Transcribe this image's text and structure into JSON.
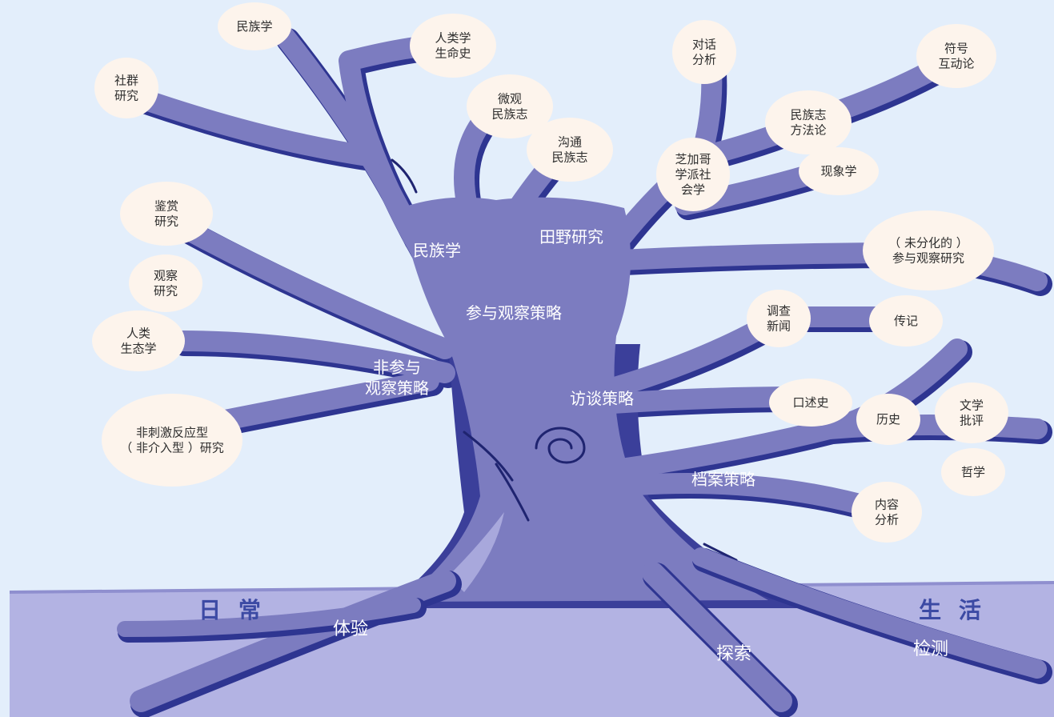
{
  "colors": {
    "sky": "#e3eefb",
    "ground": "#b3b3e3",
    "tree": "#7c7cc0",
    "tree_shadow": "#2e3591",
    "bubble": "#fdf4ec"
  },
  "bubbles": [
    {
      "id": "minzuxue-top",
      "lines": [
        "民族学"
      ]
    },
    {
      "id": "renleixue-shengmingshi",
      "lines": [
        "人类学",
        "生命史"
      ]
    },
    {
      "id": "shequn-yanjiu",
      "lines": [
        "社群",
        "研究"
      ]
    },
    {
      "id": "weiguan-minzuzhi",
      "lines": [
        "微观",
        "民族志"
      ]
    },
    {
      "id": "goutong-minzuzhi",
      "lines": [
        "沟通",
        "民族志"
      ]
    },
    {
      "id": "duihua-fenxi",
      "lines": [
        "对话",
        "分析"
      ]
    },
    {
      "id": "fuhao-hudonglun",
      "lines": [
        "符号",
        "互动论"
      ]
    },
    {
      "id": "minzuzhi-fangfalun",
      "lines": [
        "民族志",
        "方法论"
      ]
    },
    {
      "id": "zhijiage",
      "lines": [
        "芝加哥",
        "学派社",
        "会学"
      ]
    },
    {
      "id": "xianxiangxue",
      "lines": [
        "现象学"
      ]
    },
    {
      "id": "jianshang-yanjiu",
      "lines": [
        "鉴赏",
        "研究"
      ]
    },
    {
      "id": "weifenhua",
      "lines": [
        "（ 未分化的 ）",
        "参与观察研究"
      ]
    },
    {
      "id": "guancha-yanjiu",
      "lines": [
        "观察",
        "研究"
      ]
    },
    {
      "id": "diaocha-xinwen",
      "lines": [
        "调查",
        "新闻"
      ]
    },
    {
      "id": "zhuanji",
      "lines": [
        "传记"
      ]
    },
    {
      "id": "renlei-shengtaixue",
      "lines": [
        "人类",
        "生态学"
      ]
    },
    {
      "id": "koushushi",
      "lines": [
        "口述史"
      ]
    },
    {
      "id": "lishi",
      "lines": [
        "历史"
      ]
    },
    {
      "id": "wenxue-piping",
      "lines": [
        "文学",
        "批评"
      ]
    },
    {
      "id": "feiciji",
      "lines": [
        "非刺激反应型",
        "（ 非介入型 ）研究"
      ]
    },
    {
      "id": "zhexue",
      "lines": [
        "哲学"
      ]
    },
    {
      "id": "neirong-fenxi",
      "lines": [
        "内容",
        "分析"
      ]
    }
  ],
  "trunk_labels": [
    {
      "id": "minzuxue",
      "lines": [
        "民族学"
      ]
    },
    {
      "id": "tianye-yanjiu",
      "lines": [
        "田野研究"
      ]
    },
    {
      "id": "canyu-guancha-celue",
      "lines": [
        "参与观察策略"
      ]
    },
    {
      "id": "fei-canyu-guancha-celue",
      "lines": [
        "非参与",
        "观察策略"
      ]
    },
    {
      "id": "fangtan-celue",
      "lines": [
        "访谈策略"
      ]
    },
    {
      "id": "dangan-celue",
      "lines": [
        "档案策略"
      ]
    }
  ],
  "ground_labels": [
    {
      "id": "richang",
      "text": "日 常"
    },
    {
      "id": "shenghuo",
      "text": "生 活"
    }
  ],
  "root_labels": [
    {
      "id": "tiyan",
      "text": "体验"
    },
    {
      "id": "tansuo",
      "text": "探索"
    },
    {
      "id": "jiance",
      "text": "检测"
    }
  ]
}
